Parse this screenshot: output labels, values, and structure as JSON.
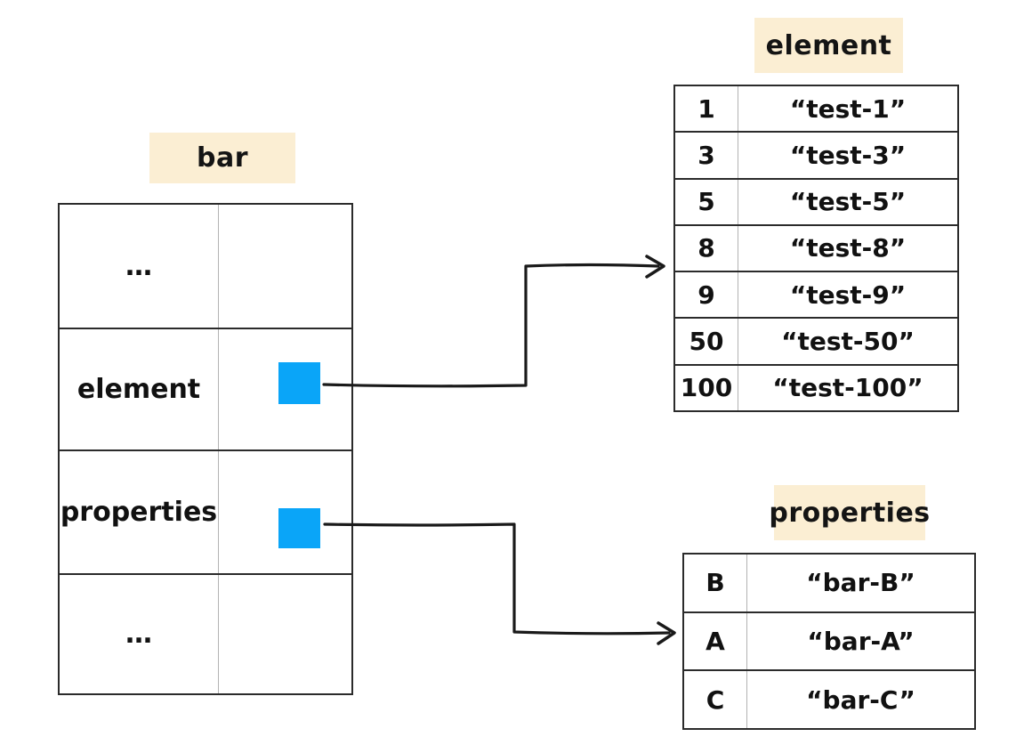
{
  "diagram": {
    "bar_struct": {
      "label": "bar",
      "rows": [
        {
          "key": "…",
          "has_pointer": false
        },
        {
          "key": "element",
          "has_pointer": true
        },
        {
          "key": "properties",
          "has_pointer": true
        },
        {
          "key": "…",
          "has_pointer": false
        }
      ]
    },
    "element_table": {
      "label": "element",
      "rows": [
        {
          "key": "1",
          "value": "“test-1”"
        },
        {
          "key": "3",
          "value": "“test-3”"
        },
        {
          "key": "5",
          "value": "“test-5”"
        },
        {
          "key": "8",
          "value": "“test-8”"
        },
        {
          "key": "9",
          "value": "“test-9”"
        },
        {
          "key": "50",
          "value": "“test-50”"
        },
        {
          "key": "100",
          "value": "“test-100”"
        }
      ]
    },
    "properties_table": {
      "label": "properties",
      "rows": [
        {
          "key": "B",
          "value": "“bar-B”"
        },
        {
          "key": "A",
          "value": "“bar-A”"
        },
        {
          "key": "C",
          "value": "“bar-C”"
        }
      ]
    },
    "colors": {
      "label_background": "#FBEED3",
      "pointer_blue": "#0AA5F8",
      "border_dark": "#2b2b2b",
      "divider_gray": "#b3b3b3",
      "background": "#ffffff"
    }
  }
}
